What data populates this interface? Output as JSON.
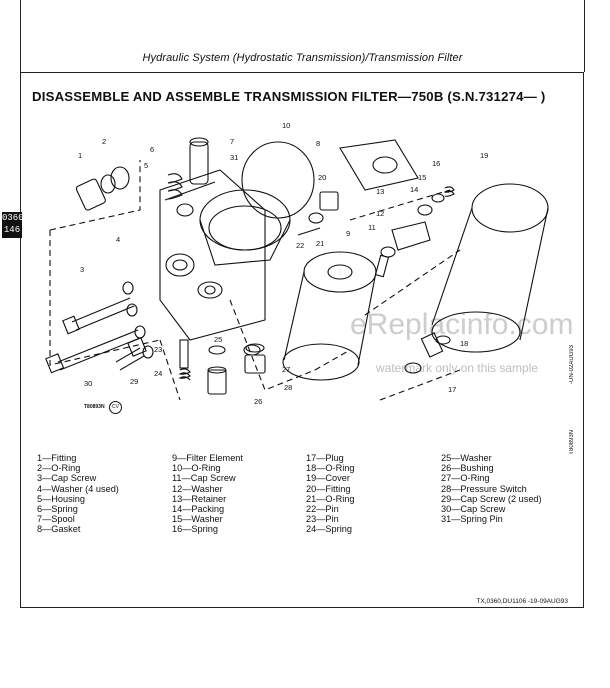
{
  "header": {
    "title": "Hydraulic System (Hydrostatic Transmission)/Transmission Filter"
  },
  "section": {
    "title": "DISASSEMBLE AND ASSEMBLE TRANSMISSION FILTER—750B (S.N.731274—     )"
  },
  "page_tab": [
    "0360",
    "146"
  ],
  "figure": {
    "code": "T80893N",
    "circle_label": "CV",
    "callouts": [
      "1",
      "2",
      "3",
      "4",
      "5",
      "6",
      "7",
      "8",
      "9",
      "10",
      "11",
      "12",
      "13",
      "14",
      "15",
      "16",
      "17",
      "18",
      "19",
      "20",
      "21",
      "22",
      "23",
      "24",
      "25",
      "26",
      "27",
      "28",
      "29",
      "30",
      "31"
    ]
  },
  "watermark": {
    "main": "eReplacinfo.com",
    "sub": "watermark only on this sample"
  },
  "parts_list": {
    "col1": [
      "1—Fitting",
      "2—O-Ring",
      "3—Cap Screw",
      "4—Washer (4 used)",
      "5—Housing",
      "6—Spring",
      "7—Spool",
      "8—Gasket"
    ],
    "col2": [
      "9—Filter Element",
      "10—O-Ring",
      "11—Cap Screw",
      "12—Washer",
      "13—Retainer",
      "14—Packing",
      "15—Washer",
      "16—Spring"
    ],
    "col3": [
      "17—Plug",
      "18—O-Ring",
      "19—Cover",
      "20—Fitting",
      "21—O-Ring",
      "22—Pin",
      "23—Pin",
      "24—Spring"
    ],
    "col4": [
      "25—Washer",
      "26—Bushing",
      "27—O-Ring",
      "28—Pressure Switch",
      "29—Cap Screw (2 used)",
      "30—Cap Screw",
      "31—Spring Pin"
    ]
  },
  "footer": {
    "code": "TX,0360,DU1106 -19-09AUG93"
  },
  "side_codes": [
    "T80893N",
    "-UN-02AUG93"
  ]
}
